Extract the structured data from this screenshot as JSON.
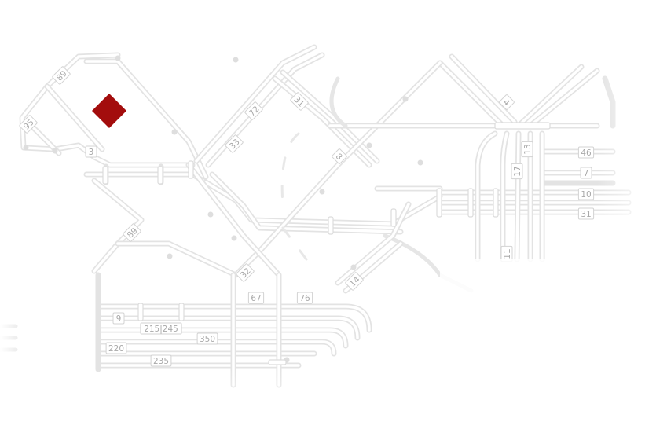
{
  "map": {
    "background": "#ffffff",
    "road_color": "#e3e3e3",
    "marker": {
      "color": "#a30d0d",
      "shape": "diamond",
      "name": "location-marker"
    },
    "route_labels": [
      {
        "id": "r89a",
        "text": "89"
      },
      {
        "id": "r95",
        "text": "95"
      },
      {
        "id": "r3",
        "text": "3"
      },
      {
        "id": "r72",
        "text": "72"
      },
      {
        "id": "r33",
        "text": "33"
      },
      {
        "id": "r31a",
        "text": "31"
      },
      {
        "id": "r8",
        "text": "8"
      },
      {
        "id": "r4",
        "text": "4"
      },
      {
        "id": "r13",
        "text": "13"
      },
      {
        "id": "r17",
        "text": "17"
      },
      {
        "id": "r46",
        "text": "46"
      },
      {
        "id": "r7",
        "text": "7"
      },
      {
        "id": "r10",
        "text": "10"
      },
      {
        "id": "r31b",
        "text": "31"
      },
      {
        "id": "r11",
        "text": "11"
      },
      {
        "id": "r89b",
        "text": "89"
      },
      {
        "id": "r32",
        "text": "32"
      },
      {
        "id": "r67",
        "text": "67"
      },
      {
        "id": "r76",
        "text": "76"
      },
      {
        "id": "r14",
        "text": "14"
      },
      {
        "id": "r9",
        "text": "9"
      },
      {
        "id": "r215",
        "text": "215|245"
      },
      {
        "id": "r350",
        "text": "350"
      },
      {
        "id": "r220",
        "text": "220"
      },
      {
        "id": "r235",
        "text": "235"
      }
    ]
  }
}
